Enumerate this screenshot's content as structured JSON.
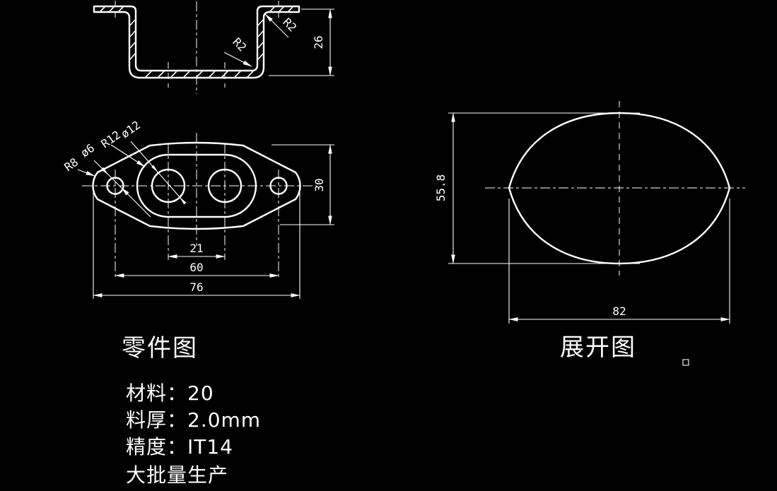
{
  "colors": {
    "background": "#000000",
    "line": "#ffffff"
  },
  "section_view": {
    "dim_height": "26",
    "fillet_top": "R2",
    "fillet_bottom": "R2"
  },
  "part_view": {
    "title": "零件图",
    "dim_end_radius": "R8",
    "dim_hole_small": "ø6",
    "dim_boss_radius": "R12",
    "dim_hole_large": "ø12",
    "dim_width": "30",
    "dim_pitch": "21",
    "dim_span": "60",
    "dim_length": "76"
  },
  "developed_view": {
    "title": "展开图",
    "dim_height": "55.8",
    "dim_width": "82"
  },
  "notes": [
    "材料：20",
    "料厚：2.0mm",
    "精度：IT14",
    "大批量生产"
  ]
}
